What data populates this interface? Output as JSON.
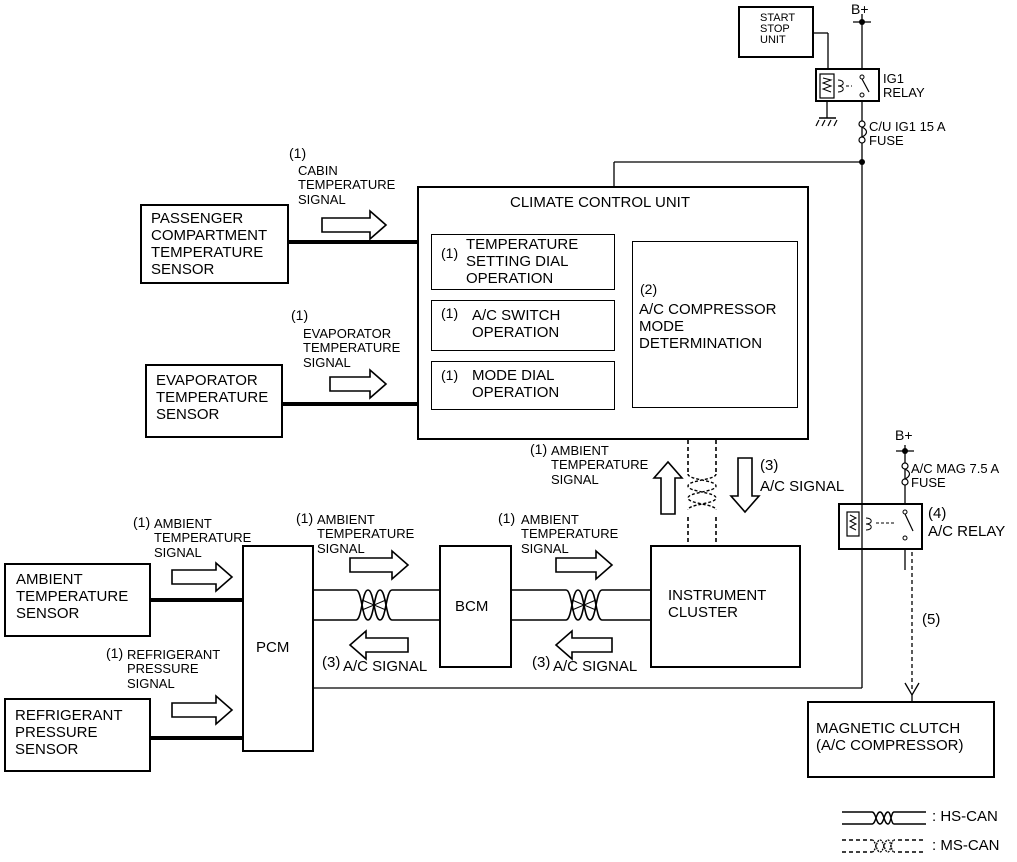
{
  "components": {
    "start_stop_unit": "START\nSTOP\nUNIT",
    "ig1_relay": "IG1\nRELAY",
    "b_plus_top": "B+",
    "cu_fuse": "C/U IG1 15 A\nFUSE",
    "climate_control_unit": "CLIMATE CONTROL UNIT",
    "passenger_sensor": "PASSENGER\nCOMPARTMENT\nTEMPERATURE\nSENSOR",
    "evaporator_sensor": "EVAPORATOR\nTEMPERATURE\nSENSOR",
    "ambient_sensor": "AMBIENT\nTEMPERATURE\nSENSOR",
    "refrigerant_sensor": "REFRIGERANT\nPRESSURE\nSENSOR",
    "pcm": "PCM",
    "bcm": "BCM",
    "instrument_cluster": "INSTRUMENT\nCLUSTER",
    "b_plus_relay": "B+",
    "ac_mag_fuse": "A/C MAG 7.5 A\nFUSE",
    "ac_relay_num": "(4)",
    "ac_relay": "A/C RELAY",
    "magnetic_clutch": "MAGNETIC CLUTCH\n(A/C COMPRESSOR)"
  },
  "ccu_inner": {
    "temp_dial_num": "(1)",
    "temp_dial": "TEMPERATURE\nSETTING DIAL\nOPERATION",
    "ac_switch_num": "(1)",
    "ac_switch": "A/C SWITCH\nOPERATION",
    "mode_dial_num": "(1)",
    "mode_dial": "MODE DIAL\nOPERATION",
    "determination_num": "(2)",
    "determination": "A/C COMPRESSOR\nMODE\nDETERMINATION"
  },
  "signals": {
    "cabin_num": "(1)",
    "cabin": "CABIN\nTEMPERATURE\nSIGNAL",
    "evap_num": "(1)",
    "evap": "EVAPORATOR\nTEMPERATURE\nSIGNAL",
    "amb_cluster_num": "(1)",
    "amb_cluster": "AMBIENT\nTEMPERATURE\nSIGNAL",
    "ac_to_relay_num": "(3)",
    "ac_to_relay": "A/C SIGNAL",
    "amb_pcm_num": "(1)",
    "amb_pcm": "AMBIENT\nTEMPERATURE\nSIGNAL",
    "amb_bcm_num": "(1)",
    "amb_bcm": "AMBIENT\nTEMPERATURE\nSIGNAL",
    "amb_ic_num": "(1)",
    "amb_ic": "AMBIENT\nTEMPERATURE\nSIGNAL",
    "ref_num": "(1)",
    "ref": "REFRIGERANT\nPRESSURE\nSIGNAL",
    "ac_pcm_num": "(3)",
    "ac_pcm": "A/C SIGNAL",
    "ac_bcm_num": "(3)",
    "ac_bcm": "A/C SIGNAL",
    "clutch_num": "(5)"
  },
  "legend": {
    "hs_can": ": HS-CAN",
    "ms_can": ": MS-CAN"
  }
}
